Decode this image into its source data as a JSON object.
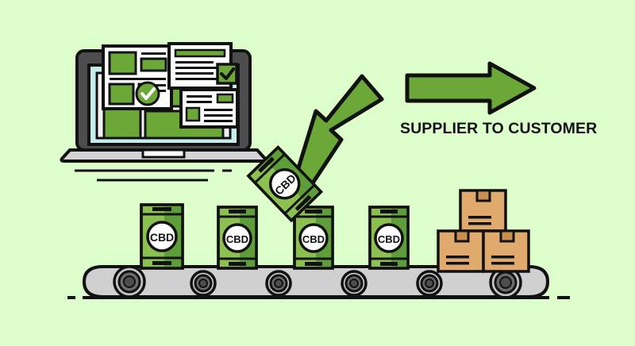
{
  "illustration": {
    "title": "Supplier to customer CBD product fulfillment illustration",
    "background_color": "#ddffcc",
    "caption": {
      "text": "SUPPLIER TO CUSTOMER",
      "color": "#111111"
    },
    "arrow_right": {
      "name": "right-arrow",
      "fill": "#6ca838",
      "stroke": "#111111"
    },
    "arrow_diagonal": {
      "name": "diagonal-up-arrow",
      "fill": "#6ca838",
      "stroke": "#111111"
    },
    "laptop": {
      "name": "laptop",
      "bezel_color": "#4d4d4d",
      "screen_color": "#c6ecec",
      "base_color": "#d4d4d4",
      "cards": [
        {
          "name": "document-card-left",
          "label": ""
        },
        {
          "name": "document-card-top-right",
          "label": ""
        },
        {
          "name": "document-card-bottom-right",
          "label": ""
        }
      ],
      "check_badge": {
        "name": "check-badge",
        "color": "#6ca838"
      },
      "check_square": {
        "name": "check-square",
        "color": "#6ca838"
      }
    },
    "conveyor": {
      "name": "conveyor-belt",
      "belt_color": "#d0d0d0",
      "wheel_color": "#4d4d4d",
      "wheel_count": 6
    },
    "cans": {
      "label": "CBD",
      "light_green": "#8cc152",
      "dark_green": "#5e9e3a",
      "items": [
        {
          "name": "cbd-can-1",
          "label": "CBD"
        },
        {
          "name": "cbd-can-2",
          "label": "CBD"
        },
        {
          "name": "cbd-can-3",
          "label": "CBD"
        },
        {
          "name": "cbd-can-4",
          "label": "CBD"
        },
        {
          "name": "cbd-can-flying",
          "label": "CBD"
        }
      ]
    },
    "boxes": {
      "name": "cardboard-boxes",
      "fill": "#e0a96d",
      "flap": "#c98f51",
      "count": 3
    },
    "ground_lines": {
      "name": "ground-lines",
      "color": "#111111"
    }
  }
}
